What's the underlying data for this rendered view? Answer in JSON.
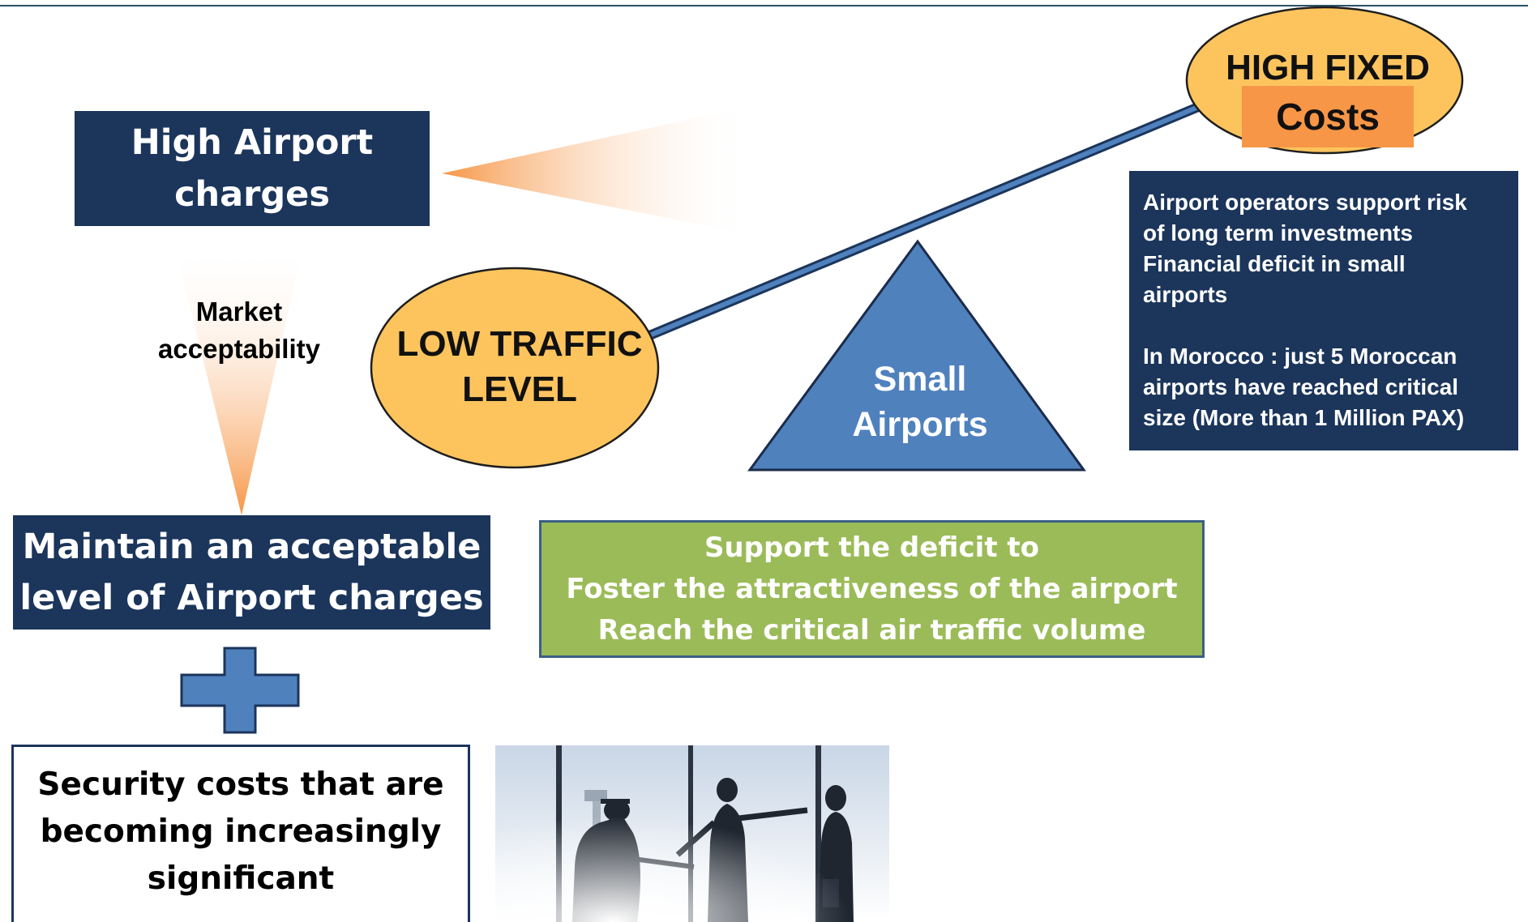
{
  "high_charges": {
    "line1": "High Airport",
    "line2": "charges"
  },
  "market": {
    "line1": "Market",
    "line2": "acceptability"
  },
  "maintain": {
    "line1": "Maintain an acceptable",
    "line2": "level of  Airport charges"
  },
  "security": {
    "line1": "Security costs that are",
    "line2": "becoming increasingly",
    "line3": "significant"
  },
  "low_traffic": {
    "line1": "LOW TRAFFIC",
    "line2": "LEVEL"
  },
  "high_fixed": {
    "line1": "HIGH FIXED",
    "costs": "Costs"
  },
  "small_airports": {
    "line1": "Small",
    "line2": "Airports"
  },
  "info": {
    "p1": [
      "Airport operators support risk",
      "of long term investments",
      "Financial deficit in small",
      "airports"
    ],
    "p2": [
      "In Morocco : just 5 Moroccan",
      "airports have reached critical",
      "size  (More than 1 Million PAX)"
    ]
  },
  "support": {
    "line1": "Support the deficit to",
    "line2": "Foster the attractiveness of the airport",
    "line3": "Reach the critical air traffic volume"
  },
  "colors": {
    "navy": "#1b355b",
    "orange": "#f79646",
    "yellow": "#fdc45d",
    "green": "#9bbb59",
    "blue": "#4f81bd"
  },
  "icons": {
    "plus": "plus-icon",
    "photo": "security-photo"
  }
}
